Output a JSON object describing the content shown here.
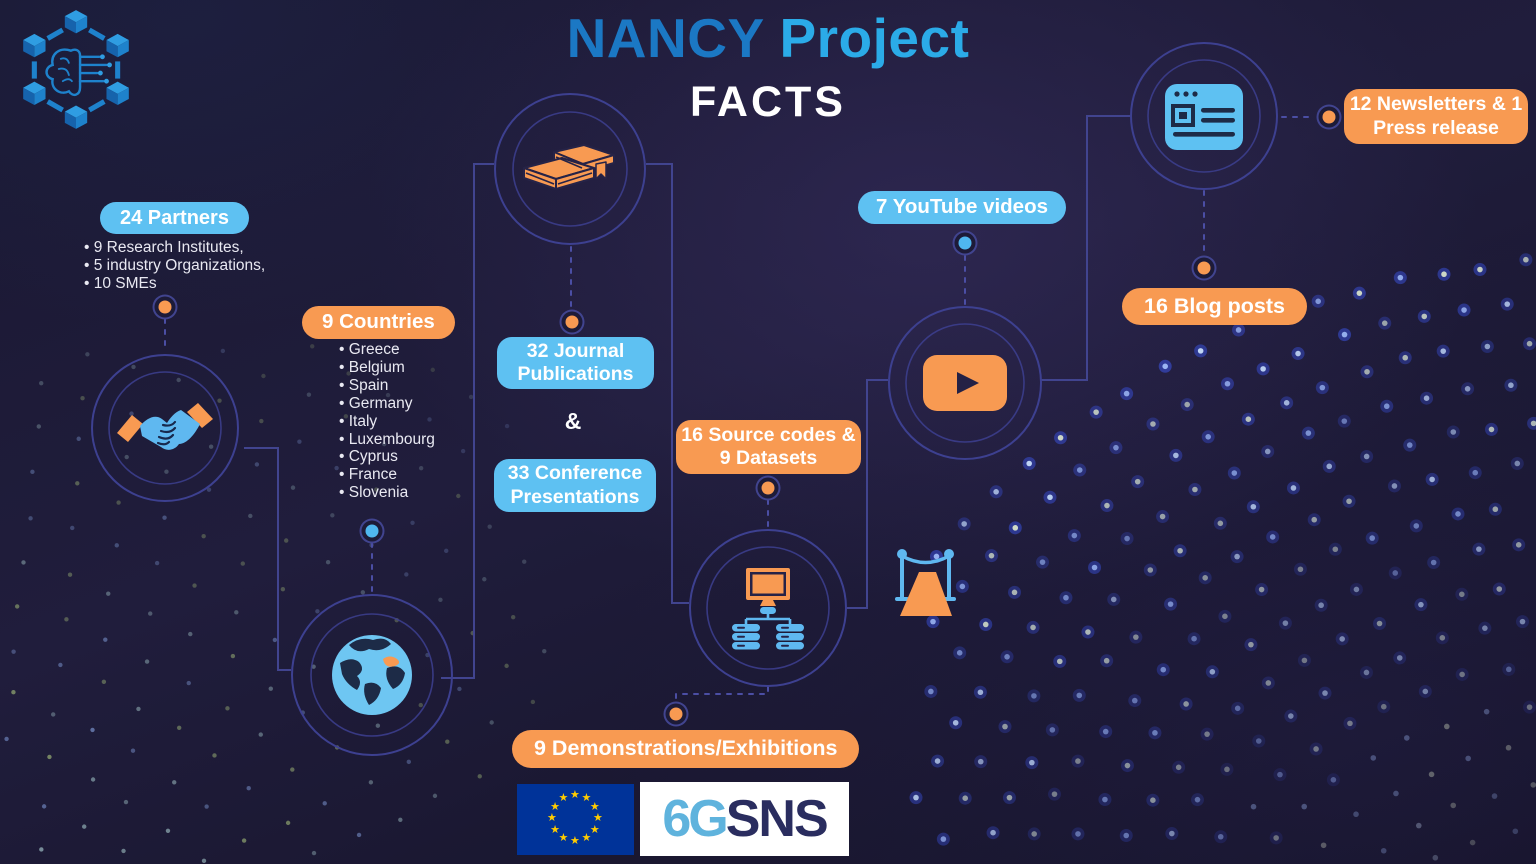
{
  "header": {
    "title_primary": "NANCY",
    "title_secondary": "Project",
    "subtitle": "FACTS"
  },
  "partners": {
    "badge": "24 Partners",
    "items": [
      "• 9 Research Institutes,",
      "• 5 industry Organizations,",
      "• 10 SMEs"
    ]
  },
  "countries": {
    "badge": "9 Countries",
    "items": [
      "• Greece",
      "• Belgium",
      "• Spain",
      "• Germany",
      "• Italy",
      "• Luxembourg",
      "• Cyprus",
      "• France",
      "• Slovenia"
    ]
  },
  "publications": {
    "journal_badge": "32 Journal Publications",
    "connector": "&",
    "conference_badge": "33 Conference Presentations"
  },
  "outputs": {
    "source_codes_badge": "16 Source codes & 9 Datasets",
    "demonstrations_badge": "9 Demonstrations/Exhibitions"
  },
  "media": {
    "youtube_badge": "7 YouTube videos",
    "blog_badge": "16 Blog posts",
    "newsletters_badge": "12 Newsletters & 1 Press release"
  },
  "footer": {
    "logo_6g": "6G",
    "logo_sns": "SNS"
  },
  "icons": {
    "logo": "brain-blockchain-network-icon",
    "partners": "handshake-icon",
    "countries": "globe-icon",
    "publications": "books-icon",
    "source_codes": "network-monitor-databases-icon",
    "youtube": "youtube-play-icon",
    "newsletters": "newsletter-browser-icon",
    "demonstrations": "red-carpet-icon",
    "eu": "eu-flag"
  },
  "colors": {
    "accent_blue": "#5ec1f2",
    "accent_orange": "#f89a52",
    "title_blue_dark": "#1b78c4",
    "title_blue_light": "#2babe8",
    "ring_purple": "#3d4090",
    "background": "#1b1934",
    "eu_flag_blue": "#003399",
    "eu_star_yellow": "#ffcc00",
    "sns_blue": "#5fb3dd",
    "sns_navy": "#2a2d5f"
  }
}
